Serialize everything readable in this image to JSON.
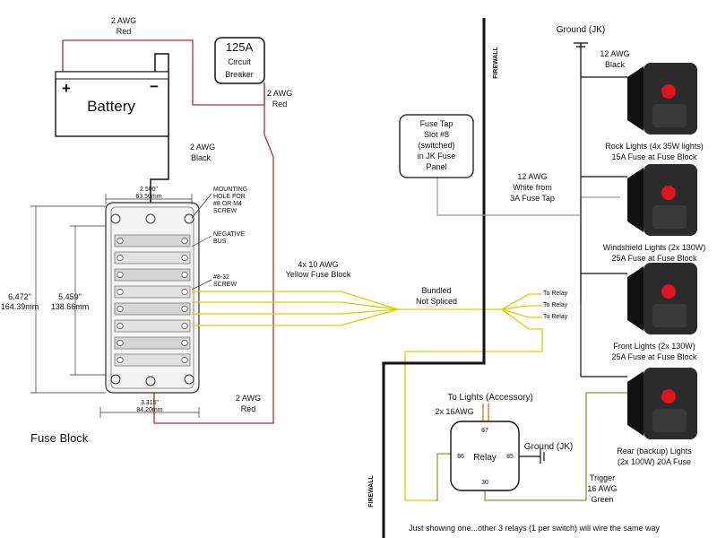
{
  "battery": {
    "label": "Battery",
    "plus": "+",
    "minus": "−"
  },
  "breaker": {
    "rating": "125A",
    "line1": "Circuit",
    "line2": "Breaker"
  },
  "wires": {
    "batt_to_breaker": [
      "2 AWG",
      "Red"
    ],
    "breaker_to_block": [
      "2 AWG",
      "Red"
    ],
    "batt_negative": [
      "2 AWG",
      "Black"
    ],
    "block_bottom": [
      "2 AWG",
      "Red"
    ],
    "yellow_bundle": [
      "4x 10 AWG",
      "Yellow Fuse Block"
    ],
    "bundled": [
      "Bundled",
      "Not Spliced"
    ],
    "ground_black": [
      "12 AWG",
      "Black"
    ],
    "white_tap": [
      "12 AWG",
      "White from",
      "3A Fuse Tap"
    ],
    "to_lights": "To Lights (Accessory)",
    "to_lights_gauge": "2x 16AWG",
    "trigger": [
      "Trigger",
      "16 AWG",
      "Green"
    ]
  },
  "fuse_block": {
    "caption": "Fuse Block",
    "width_dim": [
      "2.500\"",
      "63.50mm"
    ],
    "bottom_dim": [
      "3.315\"",
      "84.20mm"
    ],
    "left_dim": [
      "6.472\"",
      "164.39mm"
    ],
    "inner_dim": [
      "5.459\"",
      "138.66mm"
    ],
    "callout_mounting": [
      "MOUNTING",
      "HOLE FOR",
      "#8 OR M4",
      "SCREW"
    ],
    "callout_negative": [
      "NEGATIVE",
      "BUS"
    ],
    "callout_screw": [
      "#8-32",
      "SCREW"
    ]
  },
  "firewall": {
    "label_top": "FIREWALL",
    "label_bottom": "FIREWALL"
  },
  "fuse_tap": [
    "Fuse Tap",
    "Slot #8",
    "(switched)",
    "in JK Fuse",
    "Panel"
  ],
  "to_relay": [
    "To Relay",
    "To Relay",
    "To Relay"
  ],
  "ground_jk_top": "Ground (JK)",
  "relay": {
    "label": "Relay",
    "pin87": "87",
    "pin86": "86",
    "pin85": "85",
    "pin30": "30",
    "ground": "Ground (JK)"
  },
  "switches": [
    {
      "lines": [
        "Rock Lights (4x 35W lights)",
        "15A Fuse at Fuse Block"
      ]
    },
    {
      "lines": [
        "Windshield Lights (2x 130W)",
        "25A Fuse at Fuse Block"
      ]
    },
    {
      "lines": [
        "Front Lights (2x 130W)",
        "25A Fuse at Fuse Block"
      ]
    },
    {
      "lines": [
        "Rear (backup) Lights",
        "(2x 100W) 20A Fuse"
      ]
    }
  ],
  "footer_note": "Just showing one...other 3 relays (1 per switch) will wire the same way",
  "colors": {
    "red_wire": "#b23030",
    "black_wire": "#111111",
    "yellow_wire": "#d4d400",
    "white_wire": "#9a9a9a",
    "green_wire": "#8a9a2a",
    "orange_wire": "#c7792a",
    "switch_body": "#2b2b2b",
    "switch_lamp": "#e0141e"
  }
}
